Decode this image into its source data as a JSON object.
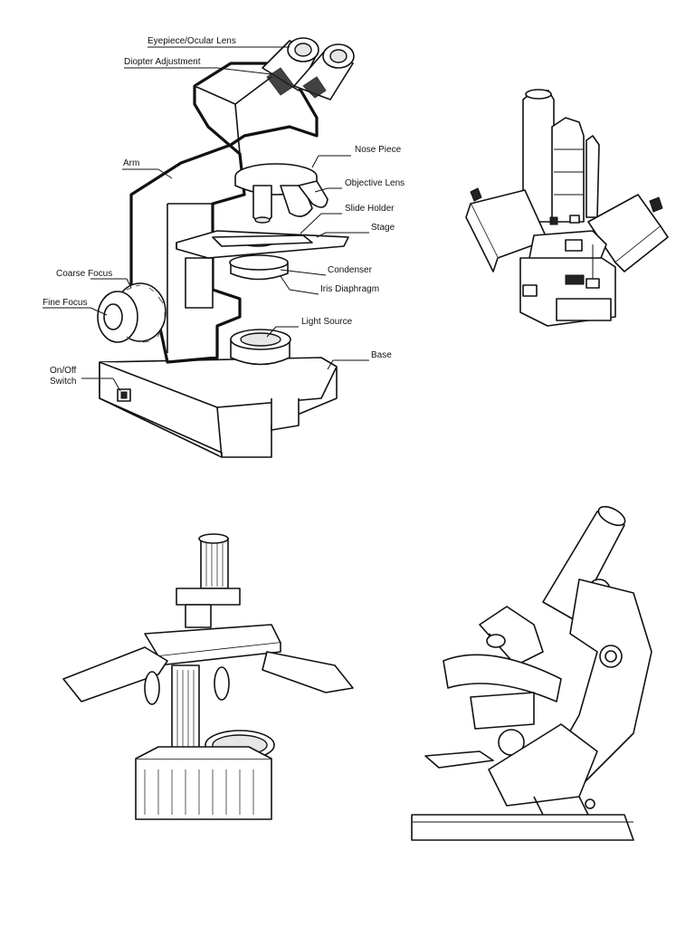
{
  "labeled_diagram": {
    "labels": {
      "eyepiece": "Eyepiece/Ocular Lens",
      "diopter": "Diopter Adjustment",
      "arm": "Arm",
      "nose_piece": "Nose Piece",
      "objective_lens": "Objective Lens",
      "slide_holder": "Slide Holder",
      "stage": "Stage",
      "coarse_focus": "Coarse Focus",
      "condenser": "Condenser",
      "fine_focus": "Fine Focus",
      "iris_diaphragm": "Iris Diaphragm",
      "light_source": "Light Source",
      "base": "Base",
      "on_off_line1": "On/Off",
      "on_off_line2": "Switch"
    }
  }
}
